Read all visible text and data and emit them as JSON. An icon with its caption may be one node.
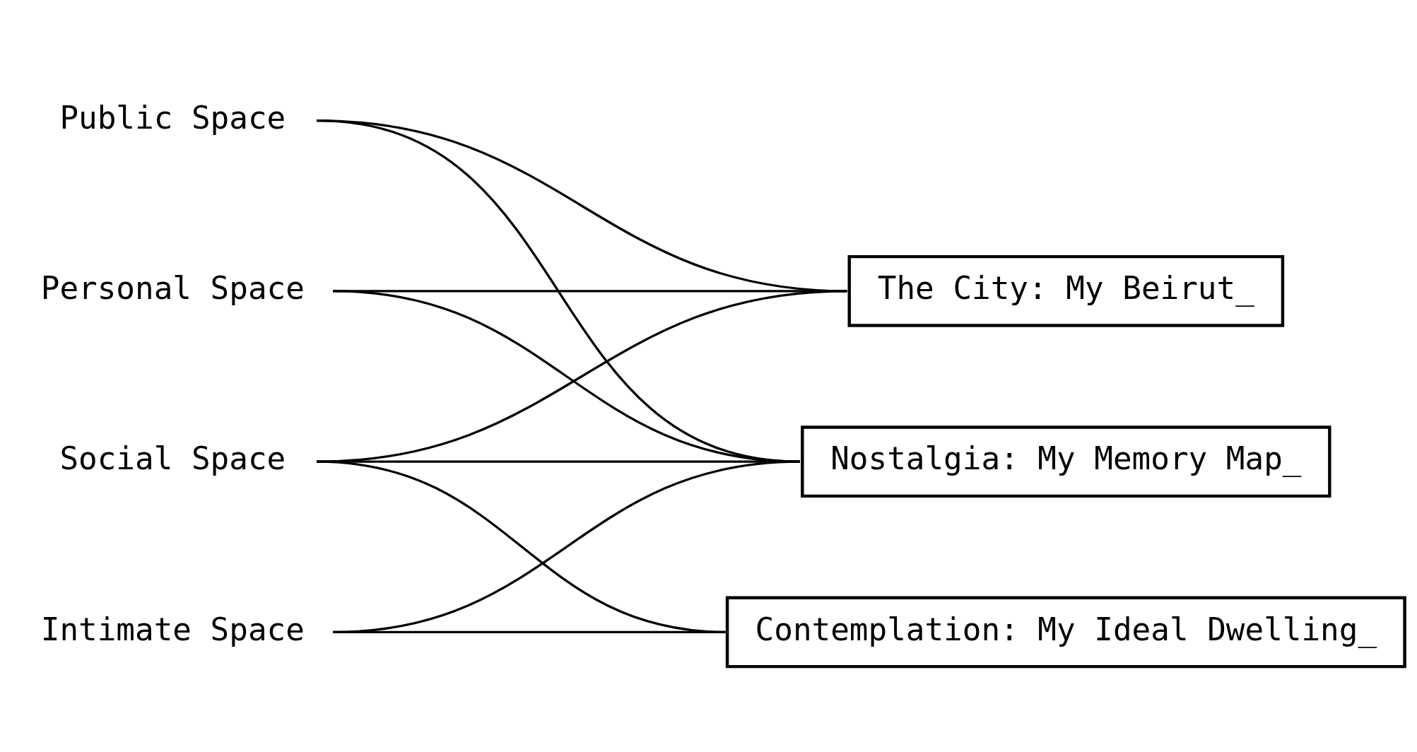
{
  "diagram": {
    "nodes": [
      {
        "text": [
          "Public Space"
        ]
      },
      {
        "text": [
          "Social Space"
        ]
      },
      {
        "text": [
          "Personal Space"
        ]
      },
      {
        "text": [
          "Intimate Space"
        ]
      },
      {
        "text": [
          "Nostalgia: My Memory Map_"
        ]
      },
      {
        "text": [
          "The City: My Beirut_"
        ]
      },
      {
        "text": [
          "Contemplation: My Ideal Dwelling_"
        ]
      }
    ],
    "edges": [
      {
        "from": 0,
        "to": 4,
        "arrow": "none"
      },
      {
        "from": 0,
        "to": 5,
        "arrow": "none"
      },
      {
        "from": 1,
        "to": 4,
        "arrow": "none"
      },
      {
        "from": 1,
        "to": 5,
        "arrow": "none"
      },
      {
        "from": 1,
        "to": 6,
        "arrow": "none"
      },
      {
        "from": 2,
        "to": 4,
        "arrow": "none"
      },
      {
        "from": 2,
        "to": 5,
        "arrow": "none"
      },
      {
        "from": 3,
        "to": 4,
        "arrow": "none"
      },
      {
        "from": 3,
        "to": 6,
        "arrow": "none"
      }
    ]
  }
}
